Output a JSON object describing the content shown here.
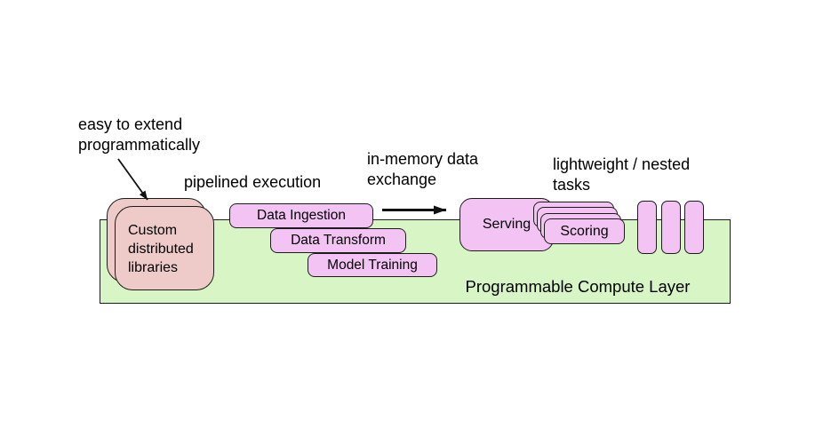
{
  "colors": {
    "layer_fill": "#d7f5c5",
    "task_fill": "#f3c4f3",
    "library_fill": "#eecac9",
    "border": "#1c1c1c",
    "text": "#000000",
    "bg": "#ffffff"
  },
  "annotations": {
    "extend": {
      "line1": "easy to extend",
      "line2": "programmatically"
    },
    "pipelined": "pipelined execution",
    "exchange": {
      "line1": "in-memory data",
      "line2": "exchange"
    },
    "tasks": {
      "line1": "lightweight / nested",
      "line2": "tasks"
    }
  },
  "compute_layer": {
    "label": "Programmable Compute Layer"
  },
  "library_stack": {
    "line1": "Custom",
    "line2": "distributed",
    "line3": "libraries"
  },
  "pipeline_boxes": [
    "Data Ingestion",
    "Data Transform",
    "Model Training"
  ],
  "serving": {
    "label": "Serving"
  },
  "scoring": {
    "label": "Scoring"
  },
  "icons": {
    "flow_arrow": "right-arrow",
    "annotation_arrow": "diagonal-down-right-arrow"
  }
}
